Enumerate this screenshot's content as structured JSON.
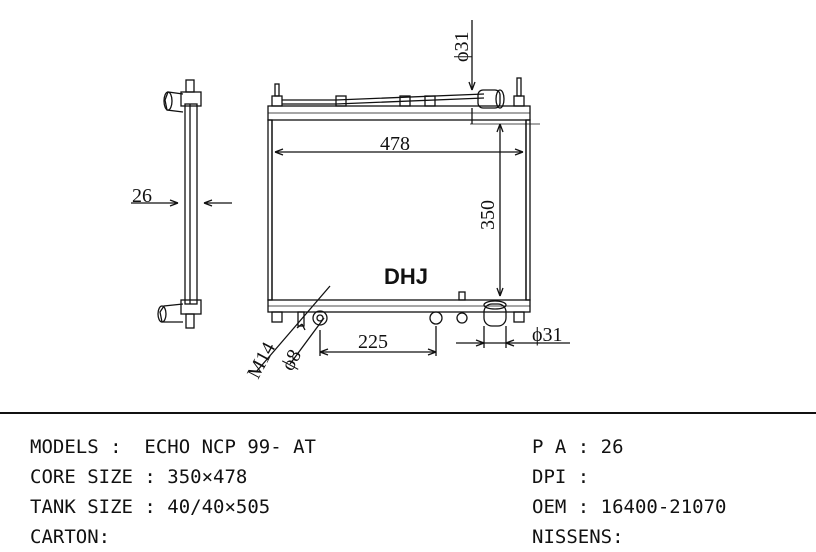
{
  "drawing": {
    "brand_mark": "DHJ",
    "dimensions": {
      "top_inlet_diameter": "ϕ31",
      "core_width": "478",
      "core_height": "350",
      "side_thickness": "26",
      "fitting_spacing": "225",
      "bottom_outlet_diameter": "ϕ31",
      "thread": "M14",
      "small_pipe_diameter": "ϕ8"
    }
  },
  "specs": {
    "models": "MODELS :  ECHO NCP 99- AT",
    "core_size": "CORE SIZE : 350×478",
    "tank_size": "TANK SIZE : 40/40×505",
    "carton": "CARTON:",
    "pa": "P A : 26",
    "dpi": "DPI :",
    "oem": "OEM : 16400-21070",
    "nissens": "NISSENS:"
  }
}
